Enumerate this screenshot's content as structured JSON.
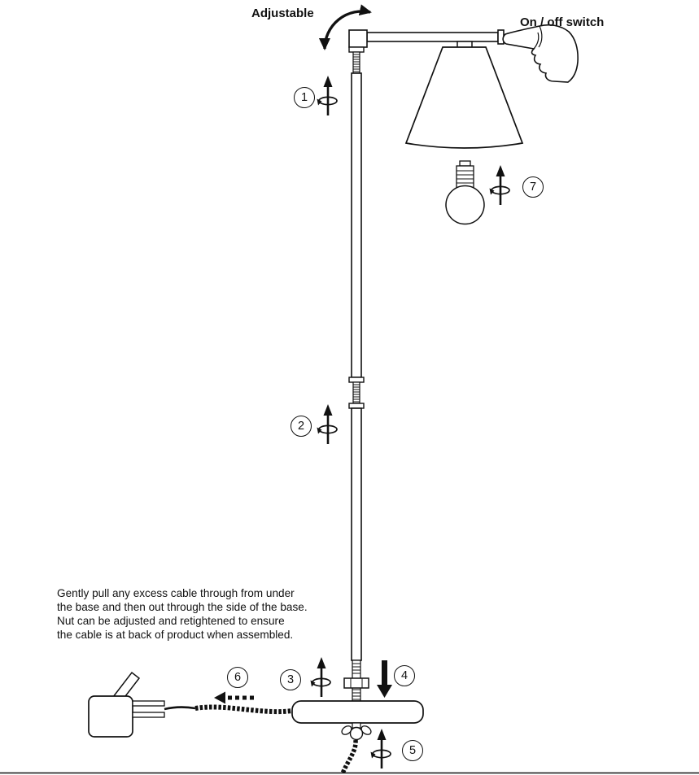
{
  "diagram": {
    "title": "Floor lamp assembly diagram",
    "labels": {
      "adjustable": "Adjustable",
      "on_off_switch": "On / off switch"
    },
    "steps": [
      {
        "label": "1",
        "icon": "screw-rotate-icon"
      },
      {
        "label": "2",
        "icon": "screw-rotate-icon"
      },
      {
        "label": "3",
        "icon": "screw-rotate-icon"
      },
      {
        "label": "4",
        "icon": "push-down-arrow-icon"
      },
      {
        "label": "5",
        "icon": "screw-rotate-icon"
      },
      {
        "label": "6",
        "icon": "pull-cable-arrow-icon"
      },
      {
        "label": "7",
        "icon": "screw-rotate-icon"
      }
    ],
    "instructions": {
      "lines": [
        "Gently pull any excess cable through from under",
        "the base and then out through the side of the base.",
        "Nut can be adjusted and retightened to ensure",
        "the cable is at back of product when assembled."
      ]
    },
    "colors": {
      "line": "#111111",
      "background": "#ffffff"
    }
  }
}
